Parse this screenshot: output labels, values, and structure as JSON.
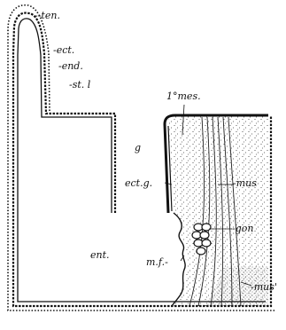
{
  "labels": {
    "ten": "--ten.",
    "ect": "-ect.",
    "end": "-end.",
    "stl": "-st. l",
    "mes1": "1°mes.",
    "g": "g",
    "ectg": "ect.g.",
    "mus": "-mus",
    "gon": "-gon",
    "ent": "ent.",
    "mf": "m.f.-",
    "mus2": "-mus'"
  },
  "colors": {
    "ink": "#111111",
    "paper": "#ffffff"
  }
}
